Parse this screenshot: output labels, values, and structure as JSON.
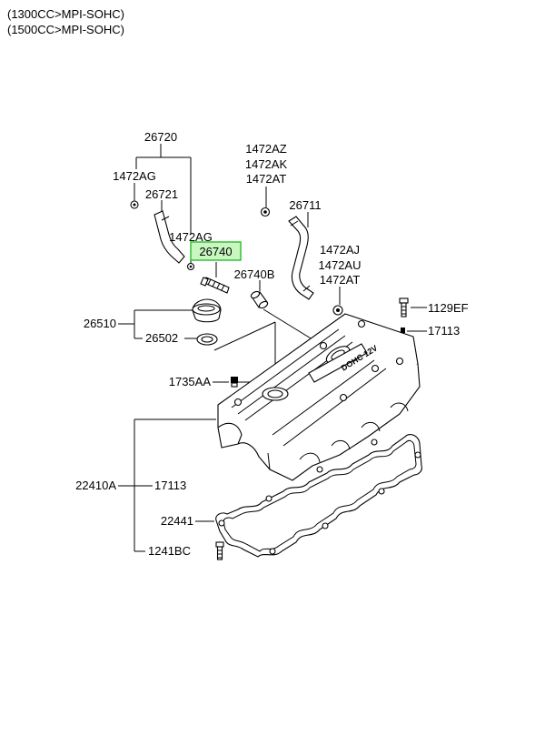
{
  "header": {
    "line1": "(1300CC>MPI-SOHC)",
    "line2": "(1500CC>MPI-SOHC)"
  },
  "highlight_color": "#35c035",
  "highlight_fill": "#c8f7c0",
  "callouts": {
    "c26720": "26720",
    "c1472AG_a": "1472AG",
    "c26721": "26721",
    "c1472AG_b": "1472AG",
    "c26740": "26740",
    "c26740B": "26740B",
    "c1472AZ": "1472AZ",
    "c1472AK": "1472AK",
    "c1472AT_a": "1472AT",
    "c26711": "26711",
    "c1472AJ": "1472AJ",
    "c1472AU": "1472AU",
    "c1472AT_b": "1472AT",
    "c1129EF": "1129EF",
    "c17113_a": "17113",
    "c26510": "26510",
    "c26502": "26502",
    "c1735AA": "1735AA",
    "c22410A": "22410A",
    "c17113_b": "17113",
    "c22441": "22441",
    "c1241BC": "1241BC"
  },
  "cover_marking": {
    "brand_text": "DOHC 12V"
  }
}
